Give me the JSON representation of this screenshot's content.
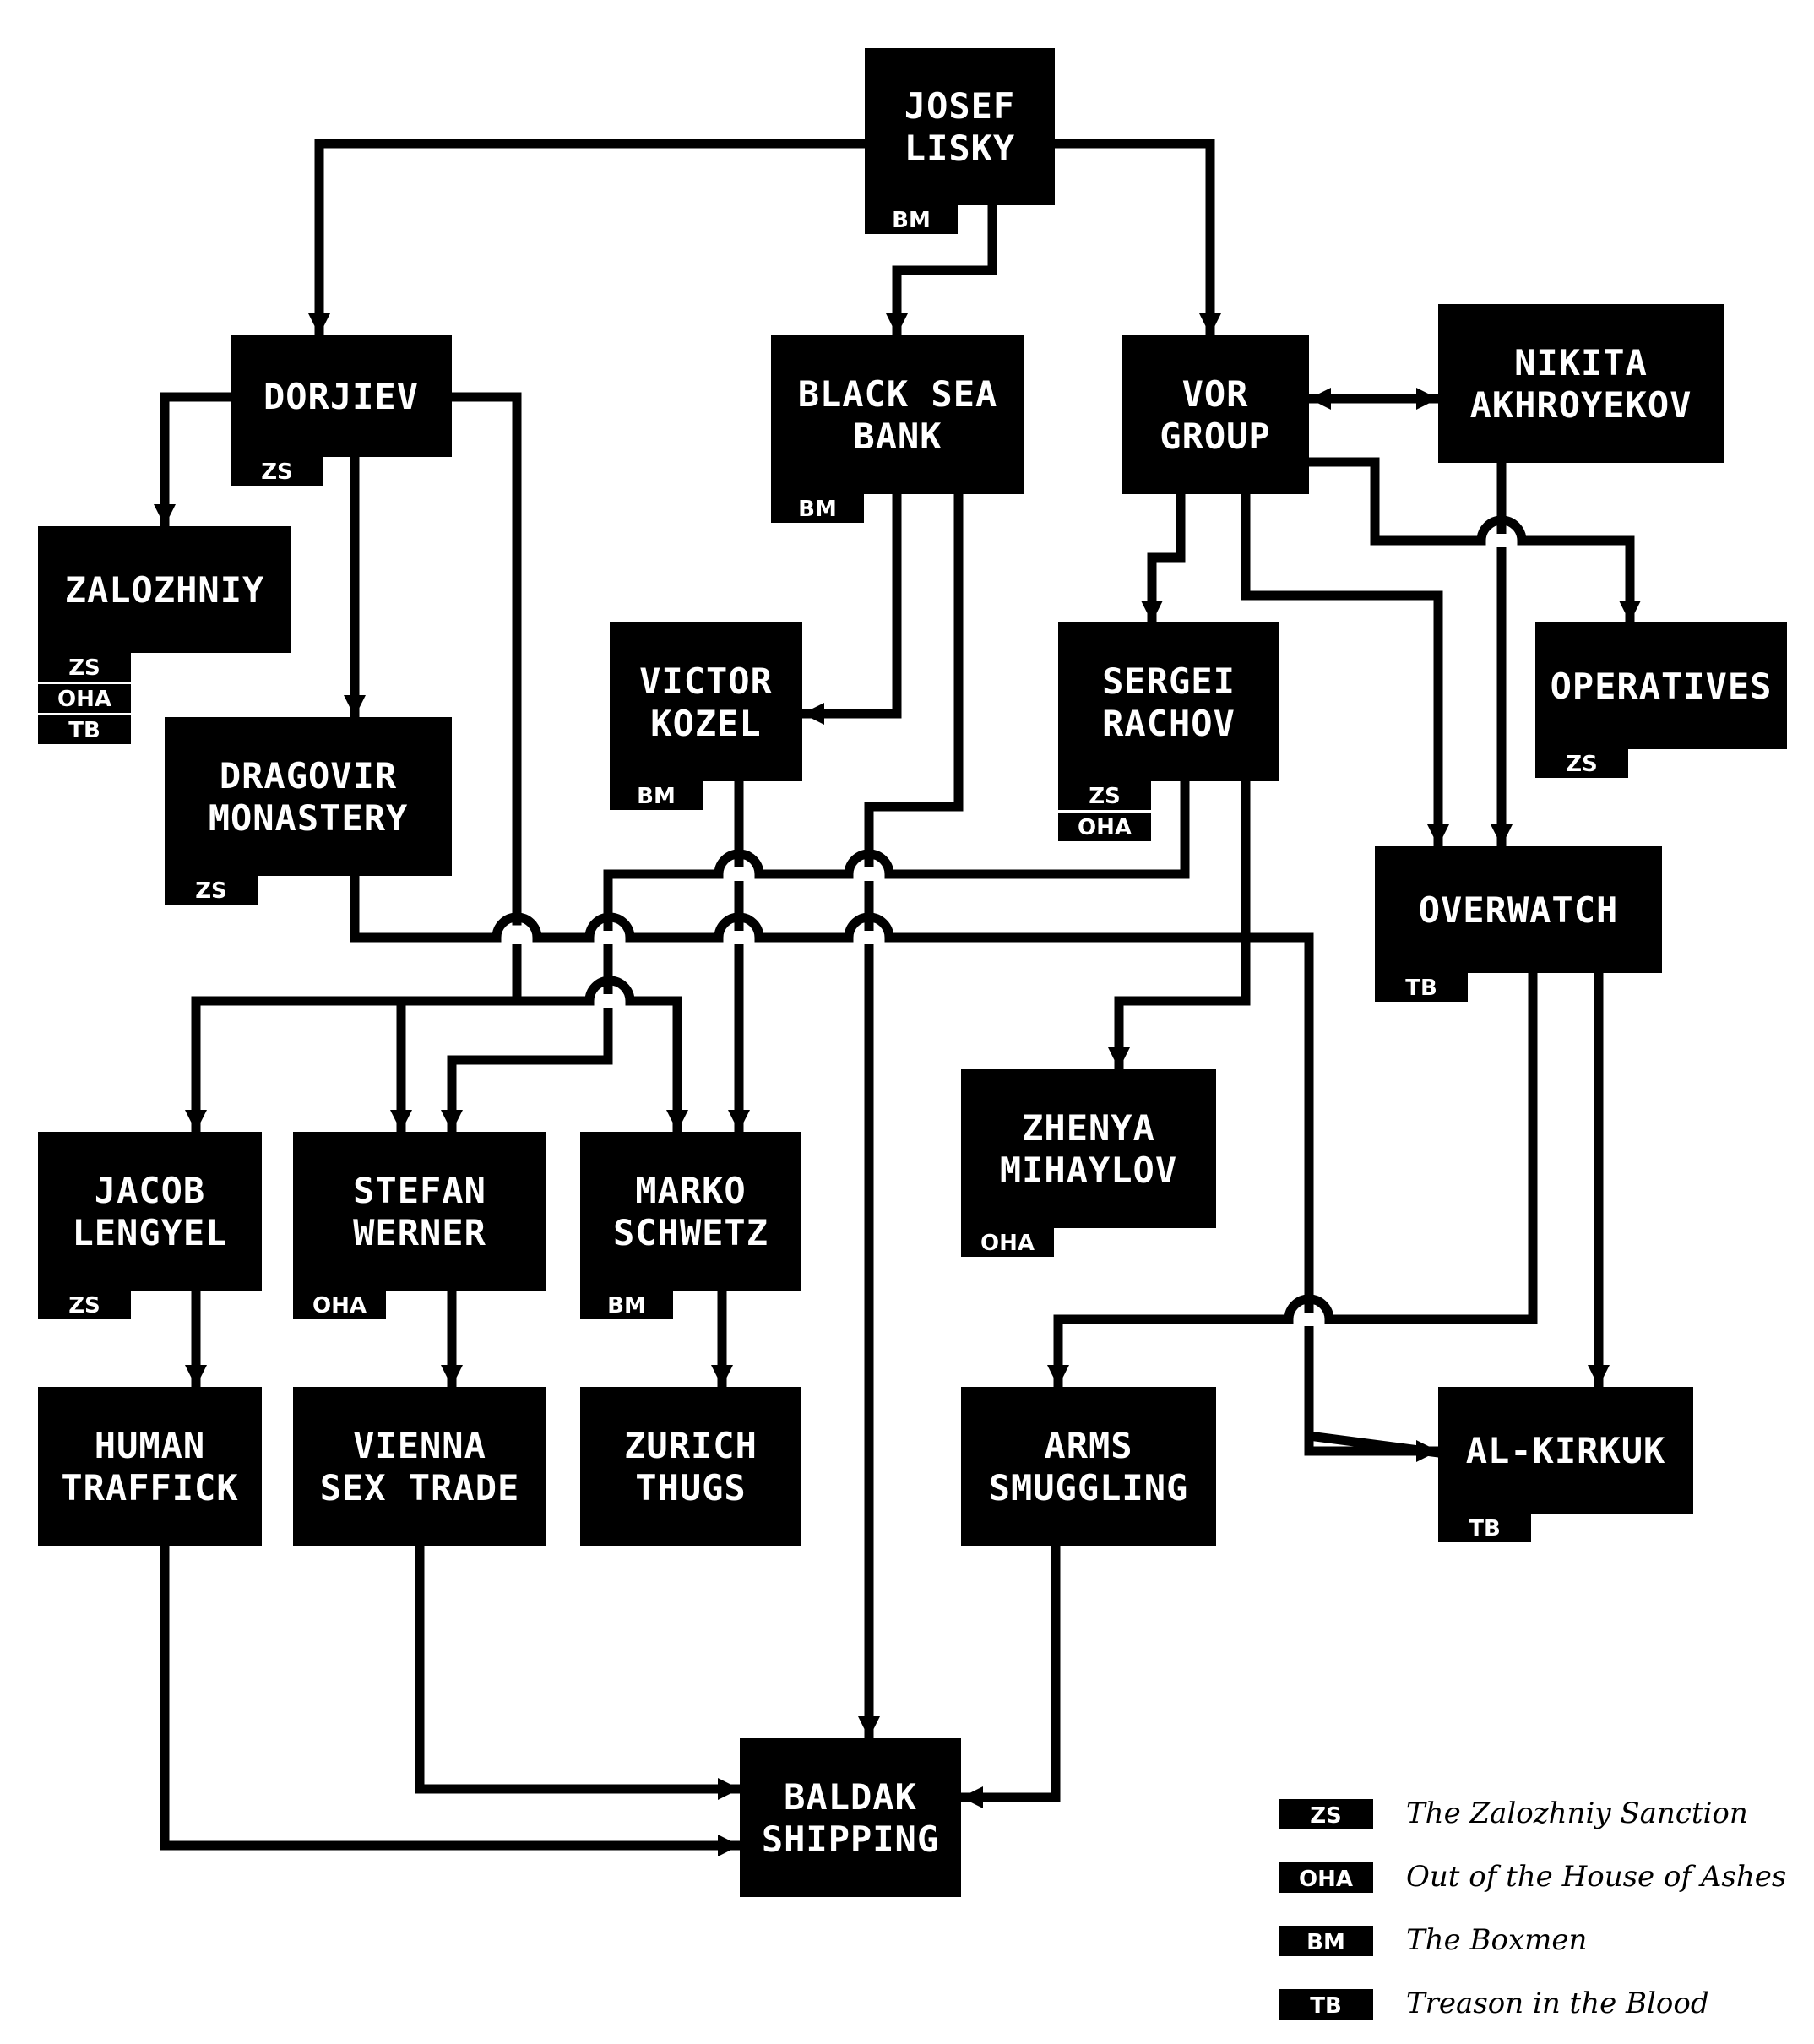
{
  "colors": {
    "ink": "#000000",
    "paper": "#ffffff"
  },
  "nodes": {
    "josef_lisky": {
      "lines": [
        "JOSEF",
        "LISKY"
      ],
      "tags": [
        "BM"
      ]
    },
    "dorjiev": {
      "lines": [
        "DORJIEV"
      ],
      "tags": [
        "ZS"
      ]
    },
    "black_sea_bank": {
      "lines": [
        "BLACK SEA",
        "BANK"
      ],
      "tags": [
        "BM"
      ]
    },
    "vor_group": {
      "lines": [
        "VOR",
        "GROUP"
      ],
      "tags": []
    },
    "nikita_akhroyekov": {
      "lines": [
        "NIKITA",
        "AKHROYEKOV"
      ],
      "tags": []
    },
    "zalozhniy": {
      "lines": [
        "ZALOZHNIY"
      ],
      "tags": [
        "ZS",
        "OHA",
        "TB"
      ]
    },
    "victor_kozel": {
      "lines": [
        "VICTOR",
        "KOZEL"
      ],
      "tags": [
        "BM"
      ]
    },
    "sergei_rachov": {
      "lines": [
        "SERGEI",
        "RACHOV"
      ],
      "tags": [
        "ZS",
        "OHA"
      ]
    },
    "operatives": {
      "lines": [
        "OPERATIVES"
      ],
      "tags": [
        "ZS"
      ]
    },
    "dragovir_monastery": {
      "lines": [
        "DRAGOVIR",
        "MONASTERY"
      ],
      "tags": [
        "ZS"
      ]
    },
    "overwatch": {
      "lines": [
        "OVERWATCH"
      ],
      "tags": [
        "TB"
      ]
    },
    "zhenya_mihaylov": {
      "lines": [
        "ZHENYA",
        "MIHAYLOV"
      ],
      "tags": [
        "OHA"
      ]
    },
    "jacob_lengyel": {
      "lines": [
        "JACOB",
        "LENGYEL"
      ],
      "tags": [
        "ZS"
      ]
    },
    "stefan_werner": {
      "lines": [
        "STEFAN",
        "WERNER"
      ],
      "tags": [
        "OHA"
      ]
    },
    "marko_schwetz": {
      "lines": [
        "MARKO",
        "SCHWETZ"
      ],
      "tags": [
        "BM"
      ]
    },
    "human_traffick": {
      "lines": [
        "HUMAN",
        "TRAFFICK"
      ],
      "tags": []
    },
    "vienna_sex_trade": {
      "lines": [
        "VIENNA",
        "SEX TRADE"
      ],
      "tags": []
    },
    "zurich_thugs": {
      "lines": [
        "ZURICH",
        "THUGS"
      ],
      "tags": []
    },
    "arms_smuggling": {
      "lines": [
        "ARMS",
        "SMUGGLING"
      ],
      "tags": []
    },
    "al_kirkuk": {
      "lines": [
        "AL-KIRKUK"
      ],
      "tags": [
        "TB"
      ]
    },
    "baldak_shipping": {
      "lines": [
        "BALDAK",
        "SHIPPING"
      ],
      "tags": []
    }
  },
  "legend": [
    {
      "code": "ZS",
      "label": "The Zalozhniy Sanction"
    },
    {
      "code": "OHA",
      "label": "Out of the House of Ashes"
    },
    {
      "code": "BM",
      "label": "The Boxmen"
    },
    {
      "code": "TB",
      "label": "Treason in the Blood"
    }
  ]
}
